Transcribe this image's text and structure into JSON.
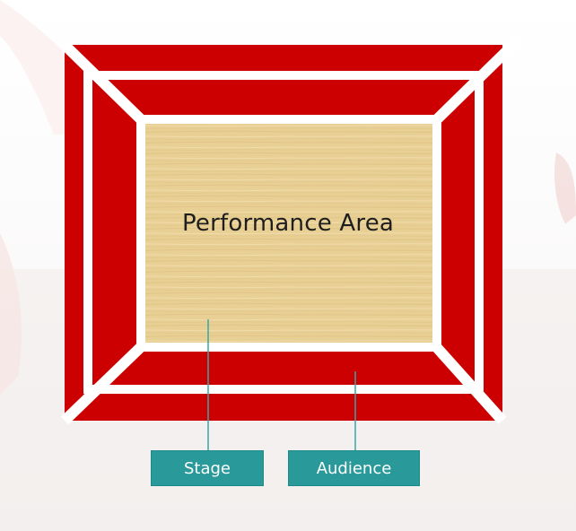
{
  "diagram": {
    "center_label": "Performance Area",
    "labels": {
      "stage": "Stage",
      "audience": "Audience"
    }
  },
  "colors": {
    "seating_red": "#cc0000",
    "aisle_white": "#ffffff",
    "floor_wood": "#e8cf94",
    "label_teal": "#2a9999",
    "leader_line": "#3aa6a6"
  }
}
